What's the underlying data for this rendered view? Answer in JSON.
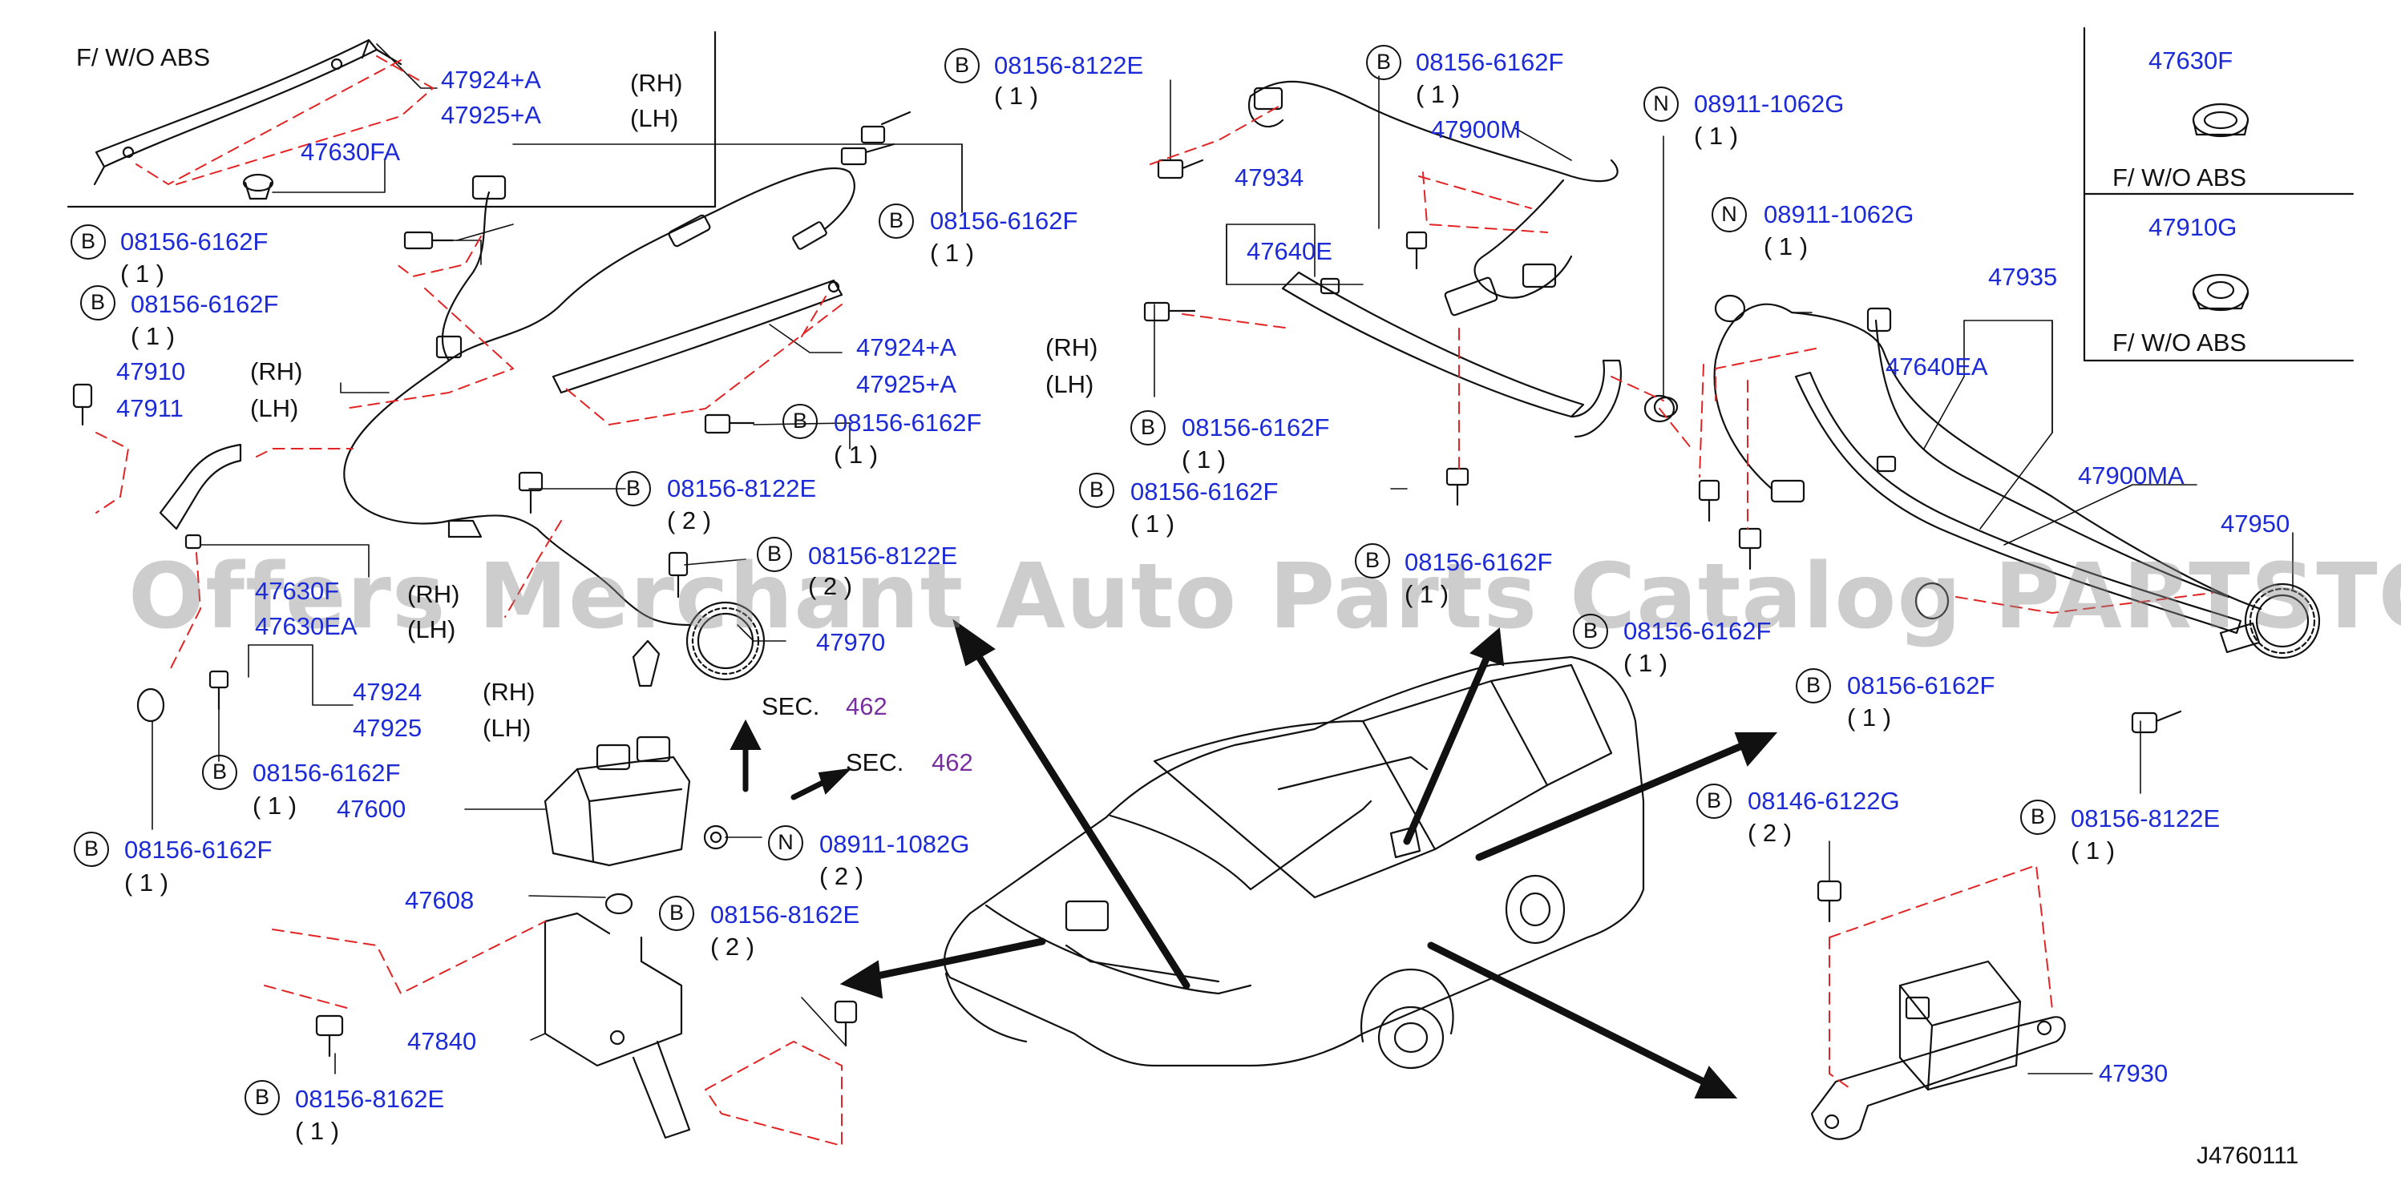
{
  "diagram": {
    "id": "J4760111",
    "watermark": "Offers Merchant Auto Parts Catalog PARTSTORE.SA",
    "notes": {
      "fwo_abs_1": "F/  W/O  ABS",
      "fwo_abs_2": "F/  W/O  ABS",
      "fwo_abs_3": "F/  W/O  ABS"
    },
    "sides": {
      "rh": "(RH)",
      "lh": "(LH)"
    },
    "sec": {
      "prefix": "SEC.",
      "num": "462"
    },
    "badges": {
      "b": "B",
      "n": "N"
    },
    "qty": {
      "one": "( 1 )",
      "two": "( 2 )"
    },
    "parts": {
      "p47924a": "47924+A",
      "p47925a": "47925+A",
      "p47630fa": "47630FA",
      "p08156_6162f": "08156-6162F",
      "p08156_8122e": "08156-8122E",
      "p08156_8162e": "08156-8162E",
      "p08146_6122g": "08146-6122G",
      "p08911_1062g": "08911-1062G",
      "p08911_1082g": "08911-1082G",
      "p47910": "47910",
      "p47911": "47911",
      "p47630f": "47630F",
      "p47630ea": "47630EA",
      "p47924": "47924",
      "p47925": "47925",
      "p47970": "47970",
      "p47600": "47600",
      "p47608": "47608",
      "p47840": "47840",
      "p47934": "47934",
      "p47640e": "47640E",
      "p47900m": "47900M",
      "p47935": "47935",
      "p47640ea": "47640EA",
      "p47900ma": "47900MA",
      "p47950": "47950",
      "p47910g": "47910G",
      "p47930": "47930"
    }
  }
}
